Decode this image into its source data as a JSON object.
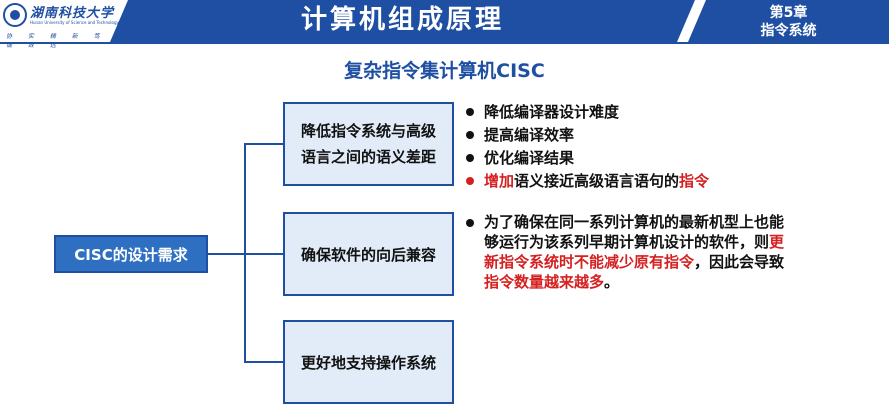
{
  "header": {
    "logo_name": "湖南科技大学",
    "logo_sub": "Hunan University of Science and Technology",
    "motto_left": "协 实 精 新",
    "motto_right": "笃 诚 致 远",
    "title": "计算机组成原理",
    "chapter_line1": "第5章",
    "chapter_line2": "指令系统"
  },
  "subtitle": "复杂指令集计算机CISC",
  "root_box": "CISC的设计需求",
  "branches": [
    {
      "label_line1": "降低指令系统与高级",
      "label_line2": "语言之间的语义差距"
    },
    {
      "label": "确保软件的向后兼容"
    },
    {
      "label": "更好地支持操作系统"
    }
  ],
  "list1": [
    "降低编译器设计难度",
    "提高编译效率",
    "优化编译结果",
    {
      "red1": "增加",
      "normal": "语义接近高级语言语句的",
      "red2": "指令"
    }
  ],
  "list2": {
    "p1": "为了确保在同一系列计算机的最新机型上也能够运行为该系列早期计算机设计的软件，则",
    "red1": "更新指令系统时不能减少原有指令",
    "p2": "，因此会导致",
    "red2": "指令数量越来越多",
    "p3": "。"
  },
  "colors": {
    "primary": "#1f4fa3",
    "root_fill": "#2e6fc2",
    "box_fill": "#e1ecf8",
    "emphasis": "#d62020"
  }
}
